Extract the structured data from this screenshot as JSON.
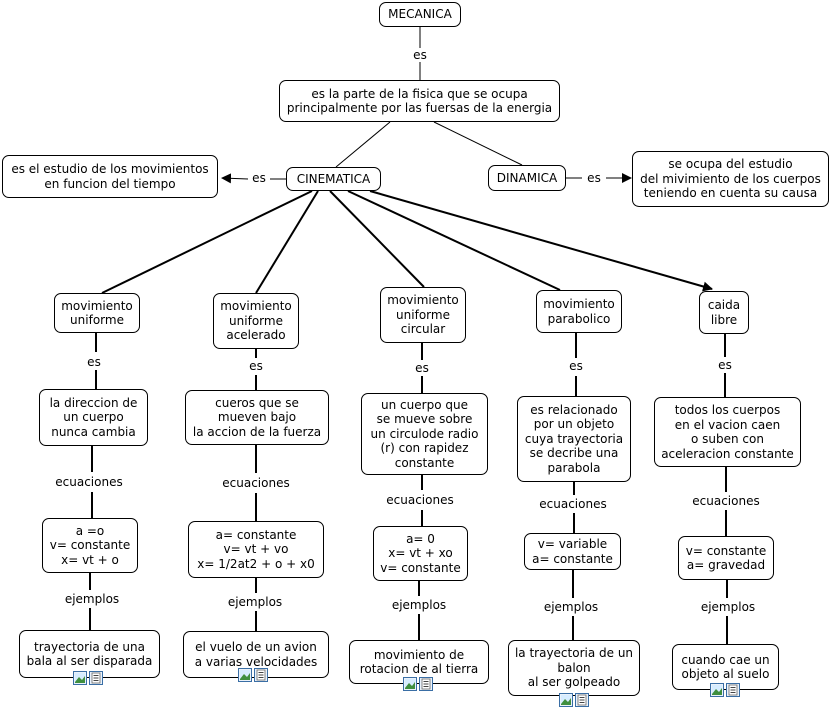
{
  "nodes": {
    "mecanica": "MECANICA",
    "definicion": "es la parte de la fisica que se ocupa\nprincipalmente por las fuersas de la energia",
    "cinematica": "CINEMATICA",
    "dinamica": "DINAMICA",
    "cinematica_def": "es el estudio de los movimientos\nen funcion del tiempo",
    "dinamica_def": "se ocupa del estudio\ndel mivimiento de los cuerpos\nteniendo en cuenta su causa",
    "mu": "movimiento\nuniforme",
    "mua": "movimiento\nuniforme\nacelerado",
    "muc": "movimiento\nuniforme\ncircular",
    "mp": "movimiento\nparabolico",
    "cl": "caida\nlibre",
    "mu_def": "la direccion de\nun cuerpo\nnunca cambia",
    "mua_def": "cueros que se\nmueven bajo\nla accion de la fuerza",
    "muc_def": "un cuerpo que\nse mueve sobre\nun circulode radio\n(r) con rapidez\nconstante",
    "mp_def": "es relacionado\npor un objeto\ncuya trayectoria\nse decribe una\nparabola",
    "cl_def": "todos los cuerpos\nen el vacion caen\no suben con\naceleracion constante",
    "mu_ec": "a =o\nv= constante\nx= vt + o",
    "mua_ec": "a= constante\nv= vt + vo\nx= 1/2at2 + o + x0",
    "muc_ec": "a= 0\nx= vt + xo\nv= constante",
    "mp_ec": "v= variable\na= constante",
    "cl_ec": "v= constante\na= gravedad",
    "mu_ej": "trayectoria de una\nbala al ser disparada",
    "mua_ej": "el  vuelo de un avion\na varias velocidades",
    "muc_ej": "movimiento de\nrotacion de al tierra",
    "mp_ej": "la trayectoria de un\nbalon\nal ser golpeado",
    "cl_ej": "cuando cae un\nobjeto al suelo"
  },
  "links": {
    "es": "es",
    "ecuaciones": "ecuaciones",
    "ejemplos": "ejemplos"
  },
  "resource_icons": [
    "image-resource-icon",
    "text-resource-icon"
  ],
  "colors": {
    "stroke": "#000000",
    "icon_border": "#3a6ea5"
  }
}
